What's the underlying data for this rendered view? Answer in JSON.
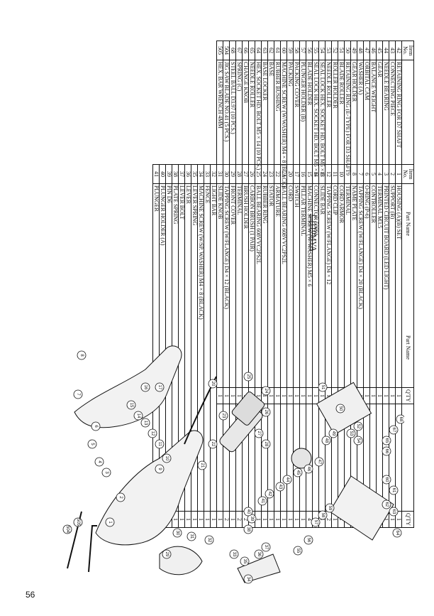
{
  "page": {
    "number": "56",
    "model": "CJ110MVA"
  },
  "table_headers": {
    "no_line1": "Item",
    "no_line2": "No.",
    "name": "Part Name",
    "qty": "Q'TY"
  },
  "table1": [
    {
      "no": "1",
      "name": "HOUSING (A)(B) SET",
      "qty": "1"
    },
    {
      "no": "2",
      "name": "SUPPORT (B)",
      "qty": "1"
    },
    {
      "no": "3",
      "name": "PRINTED CIRCUIT BOARD (LED LIGHT)",
      "qty": "1"
    },
    {
      "no": "4",
      "name": "TERMINAL M3.5",
      "qty": "1"
    },
    {
      "no": "5",
      "name": "CONTROLLER",
      "qty": "1"
    },
    {
      "no": "6",
      "name": "O-RING (P-6)",
      "qty": "1"
    },
    {
      "no": "7",
      "name": "TAPPING SCREW (W/FLANGE) D4 × 20 (BLACK)",
      "qty": "7"
    },
    {
      "no": "8",
      "name": "NAME PLATE",
      "qty": "1"
    },
    {
      "no": "9",
      "name": "TERMINAL",
      "qty": "2"
    },
    {
      "no": "10",
      "name": "CORD ARMOR",
      "qty": "1"
    },
    {
      "no": "11",
      "name": "CORD CLIP",
      "qty": "1"
    },
    {
      "no": "12",
      "name": "TAPPING SCREW (W/FLANGE) D4 × 12",
      "qty": "2"
    },
    {
      "no": "13",
      "name": "SLIDE BAR",
      "qty": "1"
    },
    {
      "no": "14",
      "name": "CONNECTOR 50091",
      "qty": "1"
    },
    {
      "no": "15",
      "name": "MACHINE SCREW (W/WASHER) M5 × 6",
      "qty": "4"
    },
    {
      "no": "16",
      "name": "PILLAR TERMINAL",
      "qty": "1"
    },
    {
      "no": "17",
      "name": "SWITCH",
      "qty": "1"
    },
    {
      "no": "20",
      "name": "CORD",
      "qty": "1"
    },
    {
      "no": "21",
      "name": "BALL BEARING 608VVC2PS2L",
      "qty": "1"
    },
    {
      "no": "22",
      "name": "ARMATURE",
      "qty": "1"
    },
    {
      "no": "23",
      "name": "STATOR",
      "qty": "1"
    },
    {
      "no": "24",
      "name": "RUBBER RING",
      "qty": "1"
    },
    {
      "no": "25",
      "name": "BALL BEARING 608VVC2PS2L",
      "qty": "1"
    },
    {
      "no": "26",
      "name": "CARBON BRUSH (1 PAIR)",
      "qty": "2"
    },
    {
      "no": "27",
      "name": "BRUSH HOLDER",
      "qty": "2"
    },
    {
      "no": "28",
      "name": "TERMINAL",
      "qty": "2"
    },
    {
      "no": "29",
      "name": "FRONT COVER",
      "qty": "1"
    },
    {
      "no": "30",
      "name": "TAPPING SCREW (W/FLANGE) D4 × 12 (BLACK)",
      "qty": "2"
    },
    {
      "no": "31",
      "name": "SLIDE KNOB",
      "qty": "1"
    },
    {
      "no": "32",
      "name": "LIGHT BAR",
      "qty": "1"
    },
    {
      "no": "33",
      "name": "FENCE",
      "qty": "1"
    },
    {
      "no": "34",
      "name": "MACHINE SCREW (W/SP. WASHER) M4 × 8 (BLACK)",
      "qty": "1"
    },
    {
      "no": "35",
      "name": "LEVER SPRING",
      "qty": "1"
    },
    {
      "no": "36",
      "name": "LEVER",
      "qty": "1"
    },
    {
      "no": "37",
      "name": "LEVER BOLT",
      "qty": "1"
    },
    {
      "no": "38",
      "name": "PLATE SPRING",
      "qty": "1"
    },
    {
      "no": "39",
      "name": "PIN D6",
      "qty": "1"
    },
    {
      "no": "40",
      "name": "PLUNGER HOLDER (A)",
      "qty": "1"
    },
    {
      "no": "41",
      "name": "PLUNGER",
      "qty": "1"
    }
  ],
  "table2": [
    {
      "no": "42",
      "name": "RETAINING RING FOR D7 SHAFT",
      "qty": "1"
    },
    {
      "no": "43",
      "name": "CONNECTING PIECE",
      "qty": "1"
    },
    {
      "no": "44",
      "name": "NEEDLE BEARING",
      "qty": "1"
    },
    {
      "no": "45",
      "name": "GEAR",
      "qty": "1"
    },
    {
      "no": "46",
      "name": "BALANCE WEIGHT",
      "qty": "1"
    },
    {
      "no": "47",
      "name": "ORBITAL CAM",
      "qty": "1"
    },
    {
      "no": "48",
      "name": "WASHER (A)",
      "qty": "1"
    },
    {
      "no": "49",
      "name": "GEAR HOLDER",
      "qty": "1"
    },
    {
      "no": "50",
      "name": "RETAINING RING (E-TYPE) FOR D3 SHAFT",
      "qty": "1"
    },
    {
      "no": "51",
      "name": "BLADE ROLLER",
      "qty": "1"
    },
    {
      "no": "52",
      "name": "ROLLER HOLDER",
      "qty": "1"
    },
    {
      "no": "53",
      "name": "NEEDLE ROLLER",
      "qty": "1"
    },
    {
      "no": "54",
      "name": "SEAL LOCK HEX. SOCKET HD. BOLT M5 × 8",
      "qty": "1"
    },
    {
      "no": "55",
      "name": "SEAL LOCK HEX. SOCKET HD. BOLT M5 × 6",
      "qty": "1"
    },
    {
      "no": "56",
      "name": "BLADE HOLDER",
      "qty": "1"
    },
    {
      "no": "57",
      "name": "PLUNGER HOLDER (B)",
      "qty": "1"
    },
    {
      "no": "58",
      "name": "PACKING COVER",
      "qty": "1"
    },
    {
      "no": "59",
      "name": "PACKING",
      "qty": "1"
    },
    {
      "no": "60",
      "name": "MACHINE SCREW (W/WASHER) M4 × 8 (BLACK)",
      "qty": "1"
    },
    {
      "no": "61",
      "name": "RUBBER BUSHING",
      "qty": "1"
    },
    {
      "no": "62",
      "name": "BASE",
      "qty": "1"
    },
    {
      "no": "63",
      "name": "BASE LOCKER",
      "qty": "1"
    },
    {
      "no": "64",
      "name": "HEX. SOCKET HD. BOLT M5 × 14 (10 PCS.)",
      "qty": "1"
    },
    {
      "no": "65",
      "name": "NEEDLE ROLLER",
      "qty": "2"
    },
    {
      "no": "66",
      "name": "CHANGE KNOB",
      "qty": "1"
    },
    {
      "no": "67",
      "name": "SPRING (C)",
      "qty": "1"
    },
    {
      "no": "68",
      "name": "STEEL BALL D3.97 (10 PCS.)",
      "qty": "1"
    },
    {
      "no": "504",
      "name": "JIG SAW BLADE NO.41 (5 PCS.)",
      "qty": "1"
    },
    {
      "no": "505",
      "name": "HEX. BAR WRENCH 4MM",
      "qty": "1"
    }
  ],
  "callouts": [
    "1",
    "2",
    "3",
    "4",
    "5",
    "6",
    "7",
    "8",
    "9",
    "10",
    "11",
    "12",
    "13",
    "14",
    "15",
    "16",
    "17",
    "20",
    "21",
    "22",
    "23",
    "24",
    "25",
    "26",
    "27",
    "28",
    "29",
    "30",
    "31",
    "32",
    "33",
    "34",
    "35",
    "36",
    "37",
    "38",
    "39",
    "40",
    "41",
    "42",
    "43",
    "44",
    "45",
    "46",
    "47",
    "48",
    "49",
    "50",
    "51",
    "52",
    "53",
    "54",
    "55",
    "56",
    "57",
    "58",
    "59",
    "60",
    "61",
    "62",
    "63",
    "64",
    "65",
    "66",
    "67",
    "68",
    "504",
    "505"
  ]
}
